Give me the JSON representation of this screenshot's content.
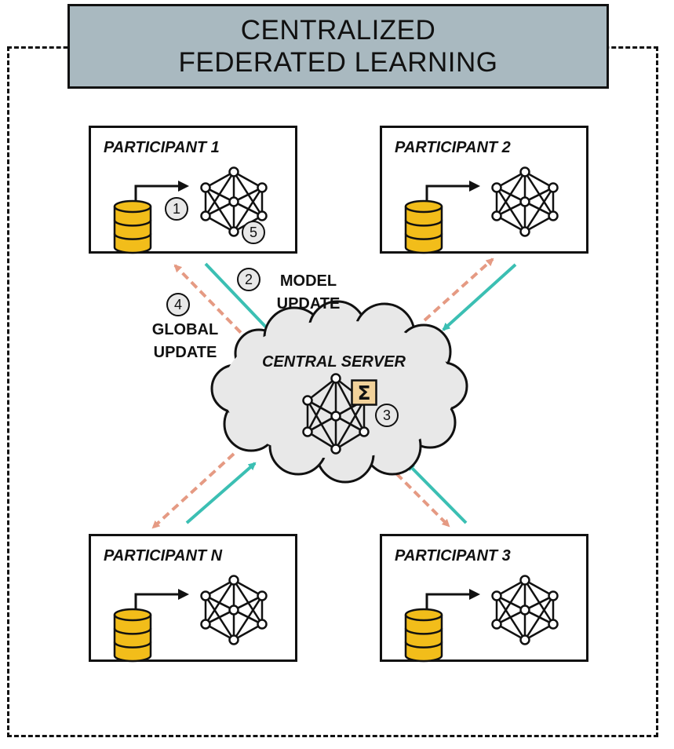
{
  "title": {
    "line1": "CENTRALIZED",
    "line2": "FEDERATED LEARNING"
  },
  "participants": [
    {
      "label": "PARTICIPANT 1"
    },
    {
      "label": "PARTICIPANT 2"
    },
    {
      "label": "PARTICIPANT N"
    },
    {
      "label": "PARTICIPANT 3"
    }
  ],
  "server": {
    "label": "CENTRAL SERVER",
    "aggregate_symbol": "Σ"
  },
  "steps": {
    "s1": "1",
    "s2": "2",
    "s3": "3",
    "s4": "4",
    "s5": "5",
    "model_update_1": "MODEL",
    "model_update_2": "UPDATE",
    "global_update_1": "GLOBAL",
    "global_update_2": "UPDATE"
  },
  "colors": {
    "title_bg": "#a9b9c0",
    "database": "#f2bd1a",
    "model_update_arrow": "#3bbfb3",
    "global_update_arrow": "#e59a83",
    "cloud": "#e8e8e8",
    "sigma_bg": "#f2d29a"
  },
  "icons": [
    "database-icon",
    "neural-network-icon",
    "cloud-icon",
    "sigma-icon",
    "arrow-icon"
  ]
}
